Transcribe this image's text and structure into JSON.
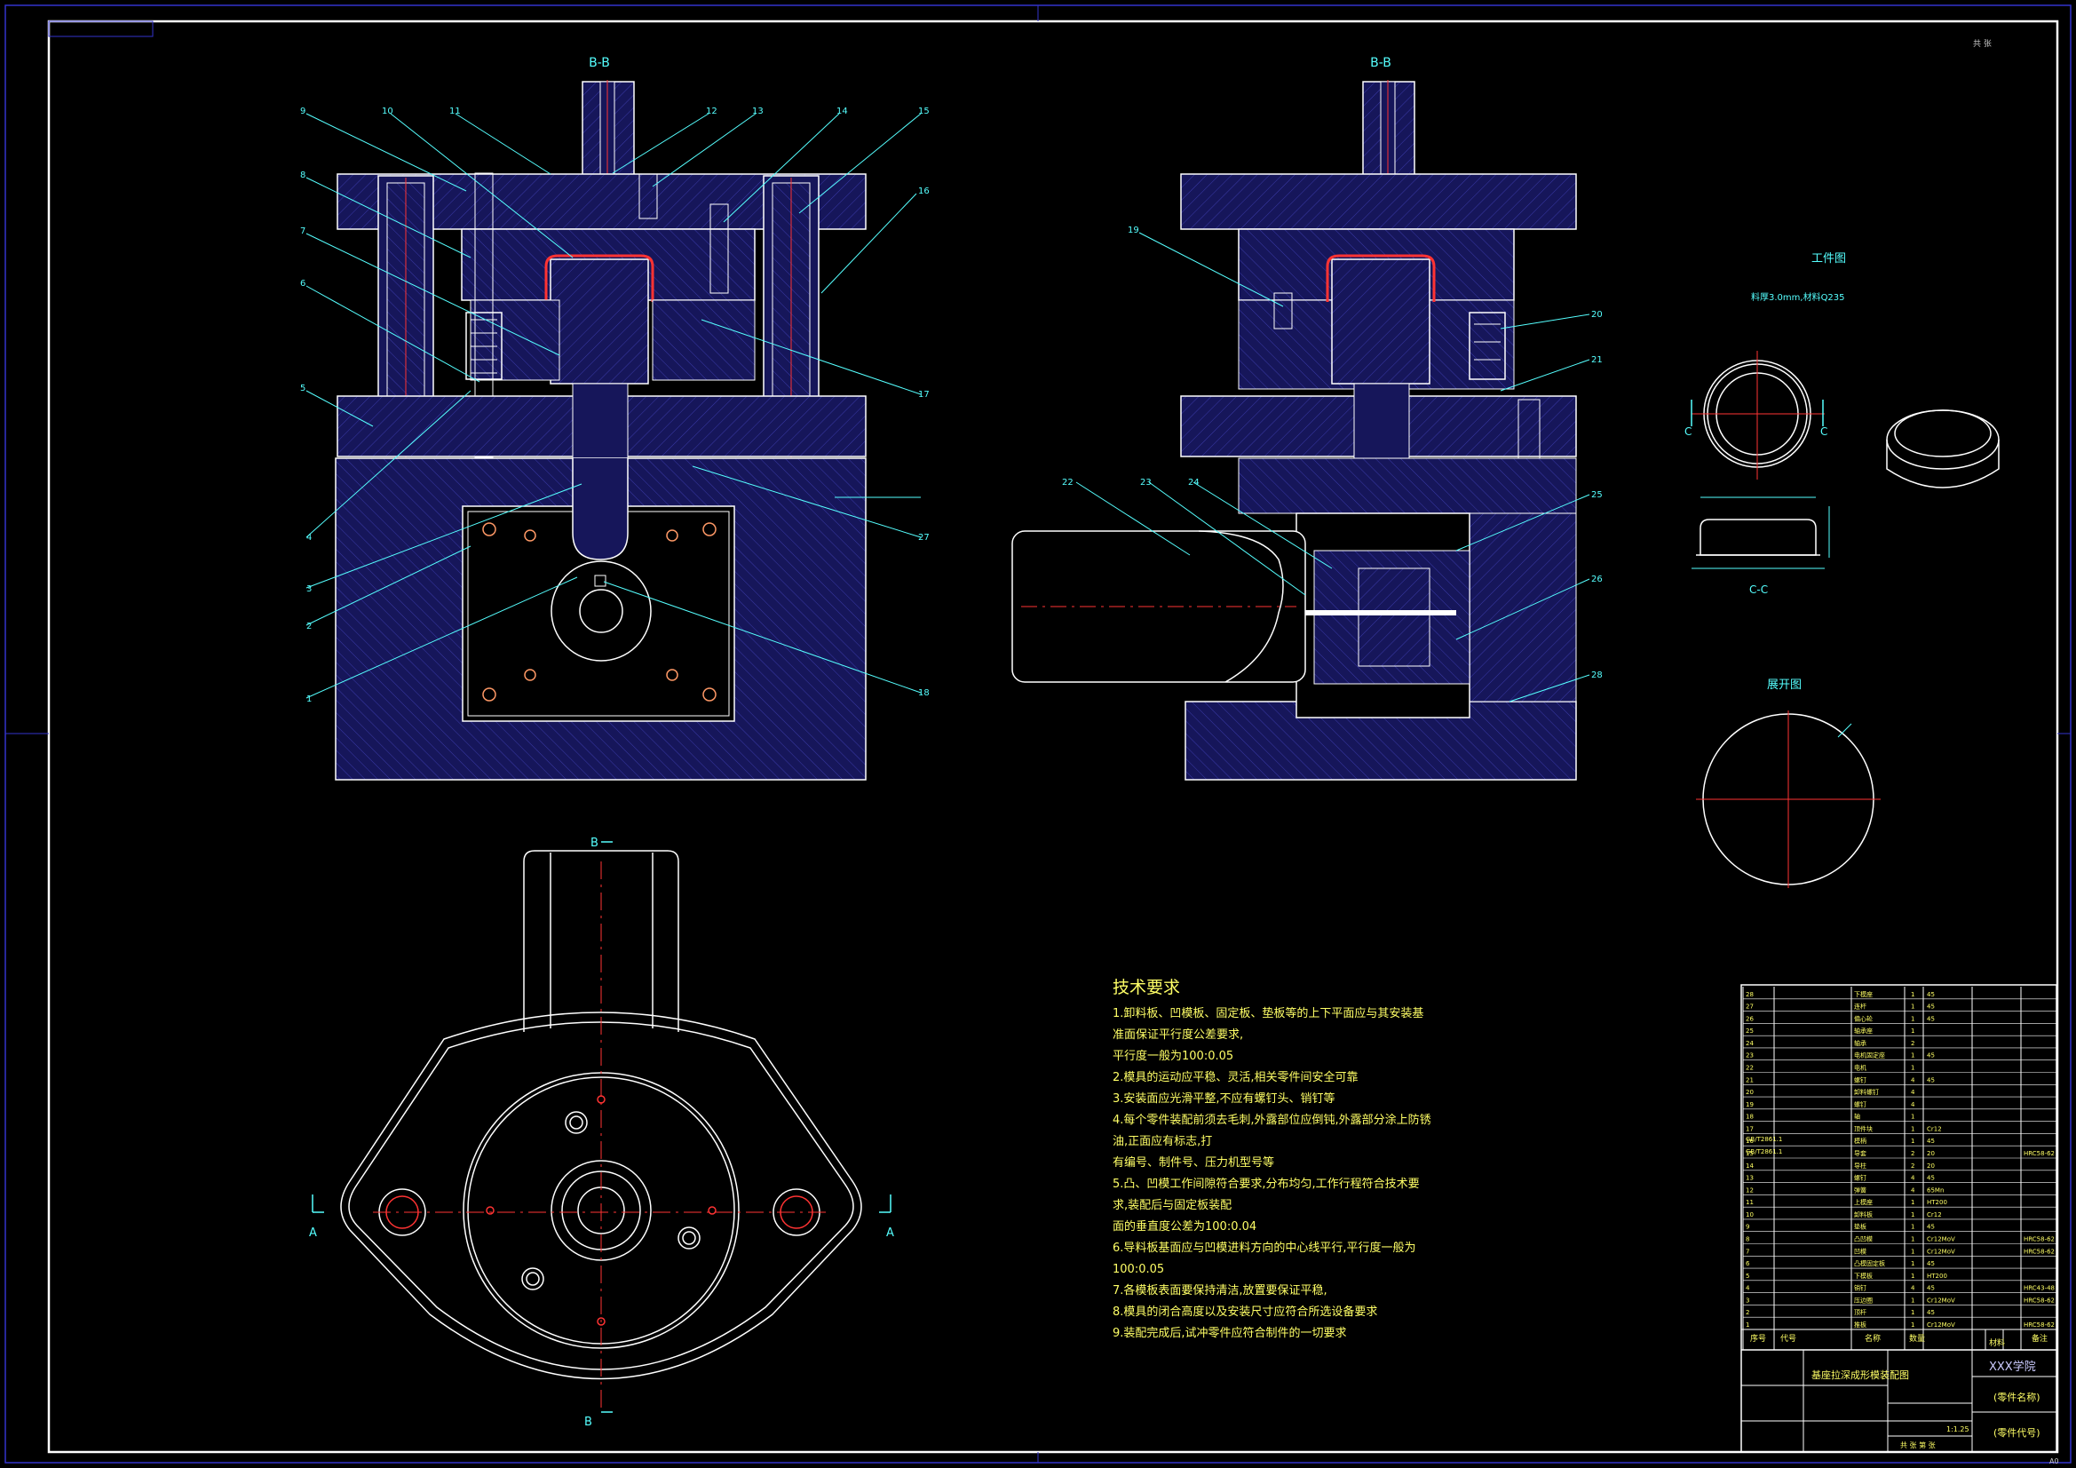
{
  "views": {
    "section_bb_left": "B-B",
    "section_bb_right": "B-B",
    "plan_cut_b_top": "B",
    "plan_cut_b_bottom": "B",
    "plan_cut_a_left": "A",
    "plan_cut_a_right": "A",
    "section_cc": "C-C",
    "c_left": "C",
    "c_right": "C"
  },
  "part_labels_left": [
    "9",
    "10",
    "11",
    "12",
    "13",
    "14",
    "15",
    "16",
    "8",
    "7",
    "6",
    "5",
    "4",
    "3",
    "2",
    "1",
    "17",
    "27",
    "18"
  ],
  "part_labels_right": [
    "19",
    "20",
    "21",
    "22",
    "23",
    "24",
    "25",
    "26",
    "28"
  ],
  "workpiece": {
    "title": "工件图",
    "note": "料厚3.0mm,材料Q235"
  },
  "blank": {
    "title": "展开图"
  },
  "tech_requirements": {
    "title": "技术要求",
    "items": [
      "1.卸料板、凹模板、固定板、垫板等的上下平面应与其安装基准面保证平行度公差要求,",
      "平行度一般为100:0.05",
      "2.模具的运动应平稳、灵活,相关零件间安全可靠",
      "3.安装面应光滑平整,不应有螺钉头、销钉等",
      "4.每个零件装配前须去毛刺,外露部位应倒钝,外露部分涂上防锈油,正面应有标志,打",
      "有编号、制件号、压力机型号等",
      "5.凸、凹模工作间隙符合要求,分布均匀,工作行程符合技术要求,装配后与固定板装配",
      "面的垂直度公差为100:0.04",
      "6.导料板基面应与凹模进料方向的中心线平行,平行度一般为100:0.05",
      "7.各模板表面要保持清洁,放置要保证平稳,",
      "8.模具的闭合高度以及安装尺寸应符合所选设备要求",
      "9.装配完成后,试冲零件应符合制件的一切要求"
    ]
  },
  "title_block": {
    "school": "XXX学院",
    "drawing_title": "基座拉深成形模装配图",
    "part_name": "(零件名称)",
    "part_code": "(零件代号)",
    "scale": "1:1.25",
    "sheet_info": "共 张 第 张",
    "top_right_mark": "共 张",
    "sheet_size": "A0"
  },
  "bom_rows": [
    {
      "no": "28",
      "name": "下模座",
      "qty": "1",
      "material": "45",
      "note": ""
    },
    {
      "no": "27",
      "name": "连杆",
      "qty": "1",
      "material": "45",
      "note": ""
    },
    {
      "no": "26",
      "name": "偏心轮",
      "qty": "1",
      "material": "45",
      "note": ""
    },
    {
      "no": "25",
      "name": "轴承座",
      "qty": "1",
      "material": "",
      "note": ""
    },
    {
      "no": "24",
      "name": "轴承",
      "qty": "2",
      "material": "",
      "note": ""
    },
    {
      "no": "23",
      "name": "电机固定座",
      "qty": "1",
      "material": "45",
      "note": ""
    },
    {
      "no": "22",
      "name": "电机",
      "qty": "1",
      "material": "",
      "note": ""
    },
    {
      "no": "21",
      "name": "螺钉",
      "qty": "4",
      "material": "45",
      "note": ""
    },
    {
      "no": "20",
      "name": "卸料螺钉",
      "qty": "4",
      "material": "",
      "note": ""
    },
    {
      "no": "19",
      "name": "螺钉",
      "qty": "4",
      "material": "",
      "note": ""
    },
    {
      "no": "18",
      "name": "轴",
      "qty": "1",
      "material": "",
      "note": ""
    },
    {
      "no": "17",
      "name": "顶件块",
      "qty": "1",
      "material": "Cr12",
      "note": ""
    },
    {
      "no": "16",
      "name": "模柄",
      "qty": "1",
      "material": "45",
      "note": ""
    },
    {
      "no": "15",
      "name": "导套",
      "qty": "2",
      "material": "20",
      "note": "HRC58-62"
    },
    {
      "no": "14",
      "name": "导柱",
      "qty": "2",
      "material": "20",
      "note": ""
    },
    {
      "no": "13",
      "name": "螺钉",
      "qty": "4",
      "material": "45",
      "note": ""
    },
    {
      "no": "12",
      "name": "弹簧",
      "qty": "4",
      "material": "65Mn",
      "note": ""
    },
    {
      "no": "11",
      "name": "上模座",
      "qty": "1",
      "material": "HT200",
      "note": ""
    },
    {
      "no": "10",
      "name": "卸料板",
      "qty": "1",
      "material": "Cr12",
      "note": ""
    },
    {
      "no": "9",
      "name": "垫板",
      "qty": "1",
      "material": "45",
      "note": ""
    },
    {
      "no": "8",
      "name": "凸凹模",
      "qty": "1",
      "material": "Cr12MoV",
      "note": "HRC58-62"
    },
    {
      "no": "7",
      "name": "凹模",
      "qty": "1",
      "material": "Cr12MoV",
      "note": "HRC58-62"
    },
    {
      "no": "6",
      "name": "凸模固定板",
      "qty": "1",
      "material": "45",
      "note": ""
    },
    {
      "no": "5",
      "name": "下模板",
      "qty": "1",
      "material": "HT200",
      "note": ""
    },
    {
      "no": "4",
      "name": "销钉",
      "qty": "4",
      "material": "45",
      "note": "HRC43-48"
    },
    {
      "no": "3",
      "name": "压边圈",
      "qty": "1",
      "material": "Cr12MoV",
      "note": "HRC58-62"
    },
    {
      "no": "2",
      "name": "顶杆",
      "qty": "1",
      "material": "45",
      "note": ""
    },
    {
      "no": "1",
      "name": "推板",
      "qty": "1",
      "material": "Cr12MoV",
      "note": "HRC58-62"
    }
  ],
  "bom_std": [
    "GB/T2861.1",
    "GB/T2861.1"
  ],
  "bom_header": {
    "no": "序号",
    "name": "名称",
    "qty": "数量",
    "material": "材料",
    "note": "备注",
    "code": "代号"
  },
  "colors": {
    "frame": "#ffffff",
    "blue": "#3333cc",
    "cyan": "#55ffff",
    "yellow": "#ffff66",
    "red": "#ff3333",
    "hatch": "#4444aa"
  }
}
